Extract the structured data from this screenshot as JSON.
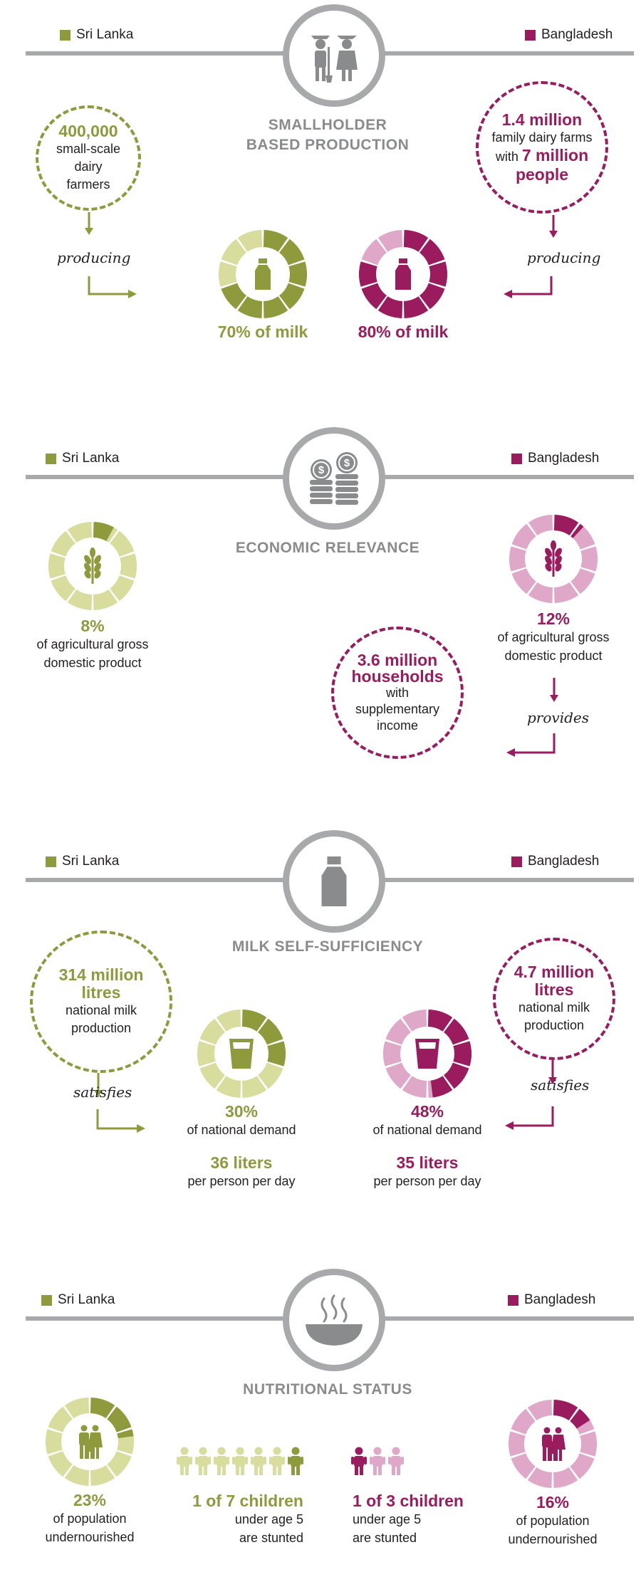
{
  "legend": {
    "left": "Sri Lanka",
    "right": "Bangladesh"
  },
  "colors": {
    "srilanka": "#8f9a3c",
    "srilanka_light": "#d8dc9c",
    "bangladesh": "#9b1b5f",
    "bangladesh_light": "#dfa8c8",
    "grey": "#a8a9ab"
  },
  "sections": {
    "smallholder": {
      "title_line1": "SMALLHOLDER",
      "title_line2": "BASED PRODUCTION",
      "icon": "farmers-icon",
      "left_circle": {
        "value": "400,000",
        "line1": "small-scale",
        "line2": "dairy",
        "line3": "farmers"
      },
      "right_circle": {
        "value": "1.4 million",
        "line1": "family dairy farms",
        "line2_pre": "with ",
        "line2_value": "7 million",
        "line3": "people"
      },
      "left_verb": "producing",
      "right_verb": "producing",
      "left_donut": {
        "icon": "milk-bottle-icon",
        "label": "70% of milk",
        "filled": 7,
        "total": 10
      },
      "right_donut": {
        "icon": "milk-bottle-icon",
        "label": "80% of milk",
        "filled": 8,
        "total": 10
      }
    },
    "economic": {
      "title": "ECONOMIC RELEVANCE",
      "icon": "coins-icon",
      "left_donut": {
        "icon": "wheat-icon",
        "value": "8%",
        "line1": "of agricultural gross",
        "line2": "domestic product",
        "filled": 0.8,
        "total": 10
      },
      "right_donut": {
        "icon": "wheat-icon",
        "value": "12%",
        "line1": "of agricultural gross",
        "line2": "domestic product",
        "filled": 1.2,
        "total": 10
      },
      "right_verb": "provides",
      "right_circle": {
        "value1": "3.6 million",
        "value2": "households",
        "line1": "with",
        "line2": "supplementary",
        "line3": "income"
      }
    },
    "milk": {
      "title": "MILK SELF-SUFFICIENCY",
      "icon": "milk-bottle-icon",
      "left_circle": {
        "value1": "314 million",
        "value2": "litres",
        "line1": "national milk",
        "line2": "production"
      },
      "right_circle": {
        "value1": "4.7 million",
        "value2": "litres",
        "line1": "national milk",
        "line2": "production"
      },
      "left_verb": "satisfies",
      "right_verb": "satisfies",
      "left_donut": {
        "icon": "glass-icon",
        "value": "30%",
        "line1": "of national demand",
        "liters": "36 liters",
        "per": "per person per day",
        "filled": 3,
        "total": 10
      },
      "right_donut": {
        "icon": "glass-icon",
        "value": "48%",
        "line1": "of national demand",
        "liters": "35 liters",
        "per": "per person per day",
        "filled": 4.8,
        "total": 10
      }
    },
    "nutrition": {
      "title": "NUTRITIONAL STATUS",
      "icon": "soup-bowl-icon",
      "left_donut": {
        "icon": "family-icon",
        "value": "23%",
        "line1": "of population",
        "line2": "undernourished",
        "filled": 2.3,
        "total": 10
      },
      "right_donut": {
        "icon": "family-icon",
        "value": "16%",
        "line1": "of population",
        "line2": "undernourished",
        "filled": 1.6,
        "total": 10
      },
      "left_children": {
        "value": "1 of 7 children",
        "line1": "under age 5",
        "line2": "are stunted",
        "count": 7,
        "highlight": 1
      },
      "right_children": {
        "value": "1 of 3 children",
        "line1": "under age 5",
        "line2": "are stunted",
        "count": 3,
        "highlight": 1
      }
    }
  }
}
